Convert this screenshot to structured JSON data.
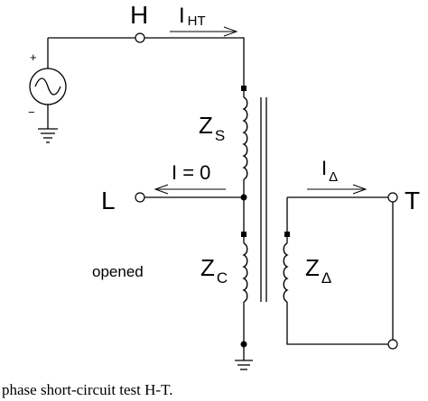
{
  "labels": {
    "terminal_h": "H",
    "terminal_l": "L",
    "terminal_t": "T",
    "current_ht_main": "I",
    "current_ht_sub": "HT",
    "current_zero": "I = 0",
    "current_delta_main": "I",
    "current_delta_sub": "Δ",
    "z_s_main": "Z",
    "z_s_sub": "S",
    "z_c_main": "Z",
    "z_c_sub": "C",
    "z_delta_main": "Z",
    "z_delta_sub": "Δ",
    "source_plus": "+",
    "source_minus": "−",
    "opened": "opened"
  },
  "caption": "phase short-circuit test H-T."
}
